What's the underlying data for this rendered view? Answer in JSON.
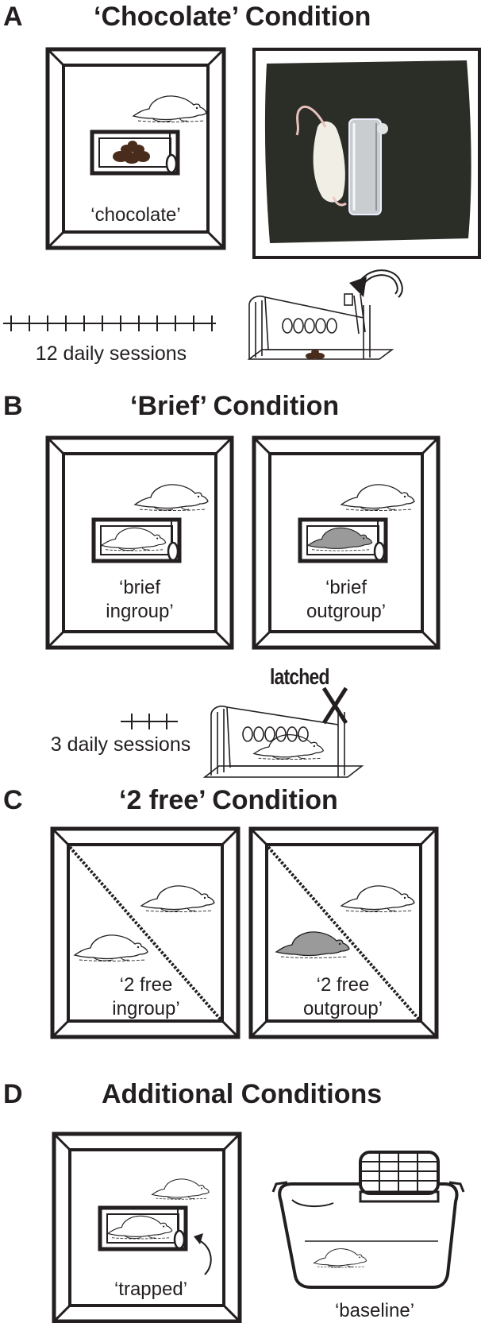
{
  "panels": [
    {
      "letter": "A",
      "title": "‘Chocolate’ Condition"
    },
    {
      "letter": "B",
      "title": "‘Brief’ Condition"
    },
    {
      "letter": "C",
      "title": "‘2 free’ Condition"
    },
    {
      "letter": "D",
      "title": "Additional Conditions"
    }
  ],
  "labels": {
    "chocolate": "‘chocolate’",
    "sessions_12": "12 daily sessions",
    "brief_ingroup_1": "‘brief",
    "brief_ingroup_2": "ingroup’",
    "brief_outgroup_1": "‘brief",
    "brief_outgroup_2": "outgroup’",
    "latched": "latched",
    "sessions_3": "3 daily sessions",
    "free_ingroup_1": "‘2 free",
    "free_ingroup_2": "ingroup’",
    "free_outgroup_1": "‘2 free",
    "free_outgroup_2": "outgroup’",
    "trapped": "‘trapped’",
    "baseline": "‘baseline’"
  },
  "icons": [
    "rat-icon",
    "chocolate-chips-icon",
    "restrainer-icon",
    "cage-icon",
    "arrow-icon"
  ],
  "colors": {
    "ink": "#231f20",
    "outgroup_fill": "#9a9a9a",
    "chocolate": "#4a2c1c",
    "arena_photo": "#2b2d27"
  }
}
